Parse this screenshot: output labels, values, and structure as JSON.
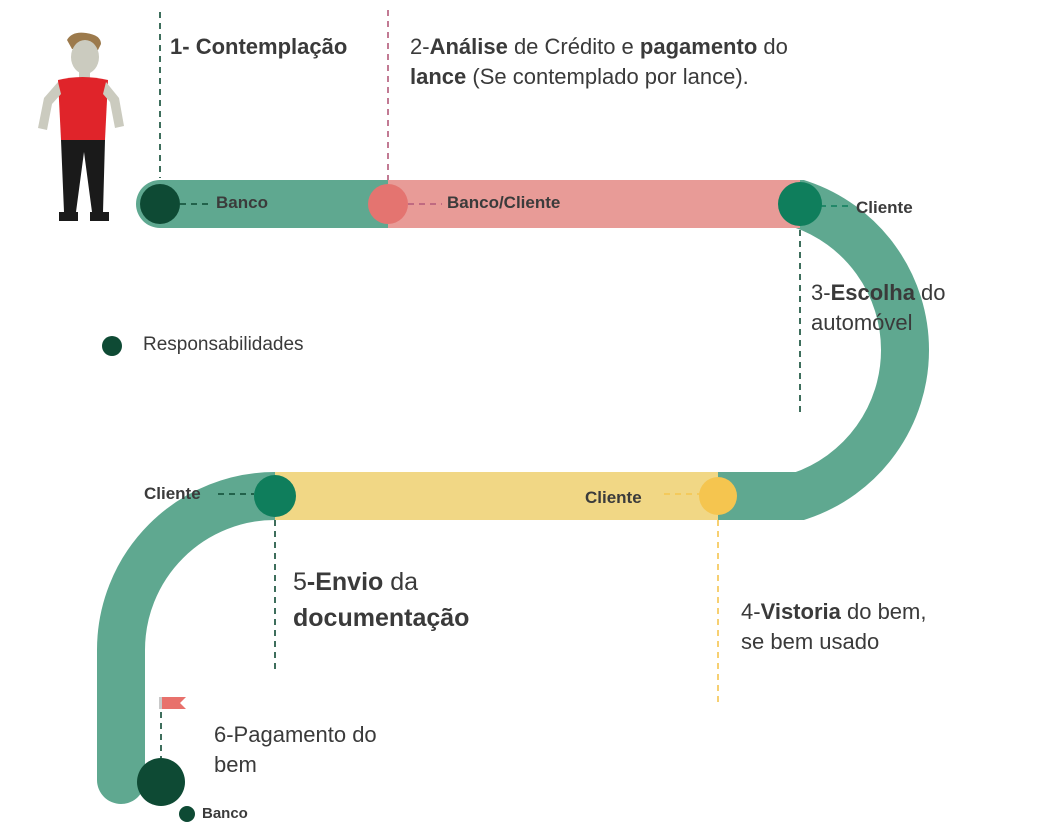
{
  "colors": {
    "road_green": "#5fa890",
    "road_pink": "#e89b97",
    "road_yellow": "#f1d785",
    "node_dark": "#0e4a34",
    "node_green": "#0f7e5c",
    "node_pink": "#e47470",
    "node_yellow": "#f5c54f",
    "person_shirt": "#e0242a",
    "flag": "#e8716c"
  },
  "person": {
    "icon": "person-figure"
  },
  "steps": [
    {
      "num": "1- ",
      "bold": "Contemplação",
      "rest": ""
    },
    {
      "num": "2-",
      "bold": "Análise",
      "mid": " de Crédito e ",
      "bold2": "pagamento",
      "mid2": " do",
      "bold3": "lance",
      "rest": " (Se contemplado por lance)."
    },
    {
      "num": "3-",
      "bold": "Escolha",
      "rest": " do",
      "line2": "automóvel"
    },
    {
      "num": "4-",
      "bold": "Vistoria",
      "rest": " do bem,",
      "line2": "se bem usado"
    },
    {
      "num": "5",
      "bold": "-Envio",
      "rest": " da",
      "line2": "documentação"
    },
    {
      "num": "6-Pagamento do",
      "line2": "bem"
    }
  ],
  "responsibilities": {
    "r1": "Banco",
    "r2": "Banco/Cliente",
    "r3": "Cliente",
    "r4": "Cliente",
    "r5": "Cliente",
    "r6": "Banco"
  },
  "legend": {
    "label": "Responsabilidades"
  }
}
